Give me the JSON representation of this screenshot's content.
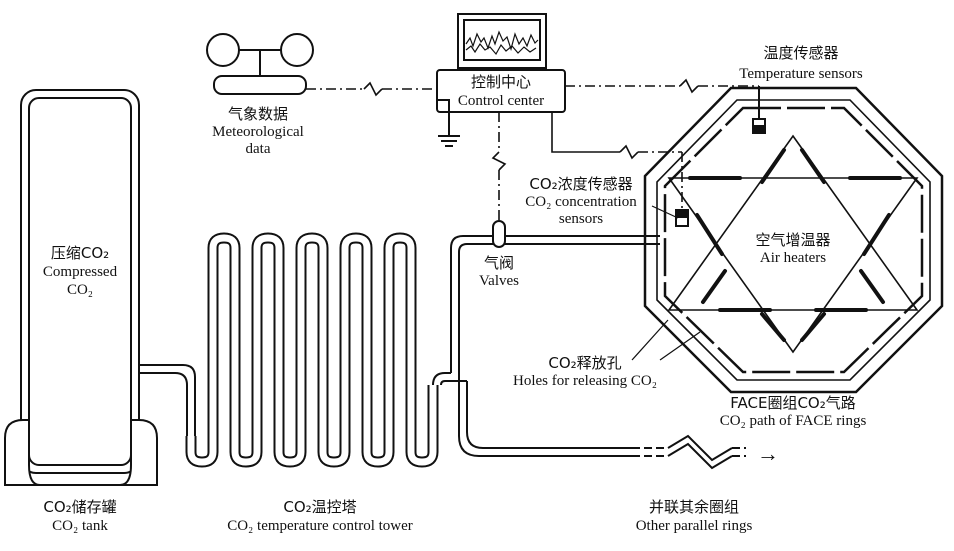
{
  "labels": {
    "meteorological_cn": "气象数据",
    "meteorological_en_1": "Meteorological",
    "meteorological_en_2": "data",
    "control_cn": "控制中心",
    "control_en": "Control center",
    "temp_sensors_cn": "温度传感器",
    "temp_sensors_en": "Temperature sensors",
    "co2_sensors_cn": "CO₂浓度传感器",
    "co2_sensors_en_1": "CO₂ concentration",
    "co2_sensors_en_2": "sensors",
    "air_heaters_cn": "空气增温器",
    "air_heaters_en": "Air heaters",
    "compressed_cn": "压缩CO₂",
    "compressed_en_1": "Compressed",
    "compressed_en_2": "CO₂",
    "valves_cn": "气阀",
    "valves_en": "Valves",
    "holes_cn": "CO₂释放孔",
    "holes_en": "Holes for releasing CO₂",
    "face_path_cn": "FACE圈组CO₂气路",
    "face_path_en": "CO₂ path of FACE rings",
    "tank_cn": "CO₂储存罐",
    "tank_en": "CO₂ tank",
    "tower_cn": "CO₂温控塔",
    "tower_en": "CO₂ temperature control tower",
    "other_rings_cn": "并联其余圈组",
    "other_rings_en": "Other parallel rings",
    "arrow_glyph": "→"
  },
  "colors": {
    "line": "#111111",
    "background": "#ffffff"
  }
}
